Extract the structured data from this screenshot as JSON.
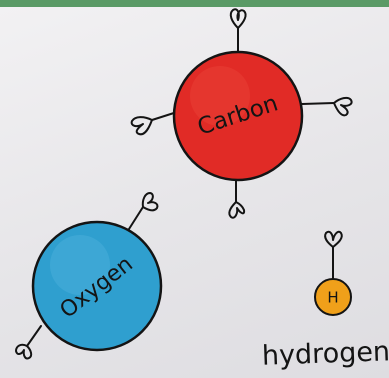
{
  "atoms": {
    "carbon": {
      "label": "Carbon",
      "color": "#e12b26",
      "bonds": 4
    },
    "oxygen": {
      "label": "Oxygen",
      "color": "#2f9fcf",
      "bonds": 2
    },
    "hydrogen": {
      "label": "H",
      "caption": "hydrogen",
      "color": "#f0a01a",
      "bonds": 1
    }
  },
  "colors": {
    "ink": "#141414",
    "paper": "#ecebed",
    "strip": "#5a9a66"
  }
}
